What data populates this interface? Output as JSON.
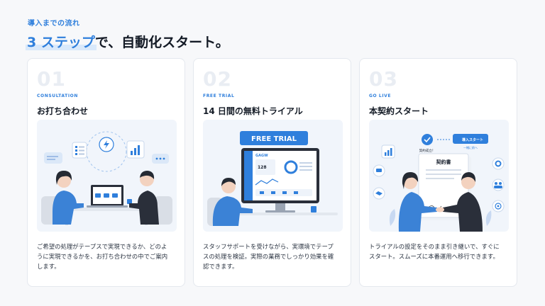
{
  "header": {
    "eyebrow": "導入までの流れ",
    "headline_highlight": "3 ステップ",
    "headline_rest": "で、自動化スタート。"
  },
  "steps": [
    {
      "number": "01",
      "tag": "CONSULTATION",
      "title": "お打ち合わせ",
      "desc_lines": [
        "ご希望の処理がテープスで実現できるか、どのよ",
        "うに実現できるかを、お打ち合わせの中でご案内",
        "します。"
      ]
    },
    {
      "number": "02",
      "tag": "FREE TRIAL",
      "title": "14 日間の無料トライアル",
      "banner": "FREE TRIAL",
      "dashboard_brand": "GAGW",
      "dashboard_value": "128",
      "desc_lines": [
        "スタッフサポートを受けながら、実環境でテープ",
        "スの処理を検証。実際の業務でしっかり効果を確",
        "認できます。"
      ]
    },
    {
      "number": "03",
      "tag": "GO LIVE",
      "title": "本契約スタート",
      "contract_label": "契約書",
      "contract_done": "契約成立！",
      "start_button": "導入スタート",
      "start_sub": "一緒に前へ",
      "desc_lines": [
        "トライアルの設定をそのまま引き継いで、すぐに",
        "スタート。スムーズに本番運用へ移行できます。"
      ]
    }
  ],
  "colors": {
    "accent": "#2f7fdc",
    "suit": "#2a2f3a",
    "shirt": "#3b82d6",
    "bg": "#f7f8fa"
  }
}
